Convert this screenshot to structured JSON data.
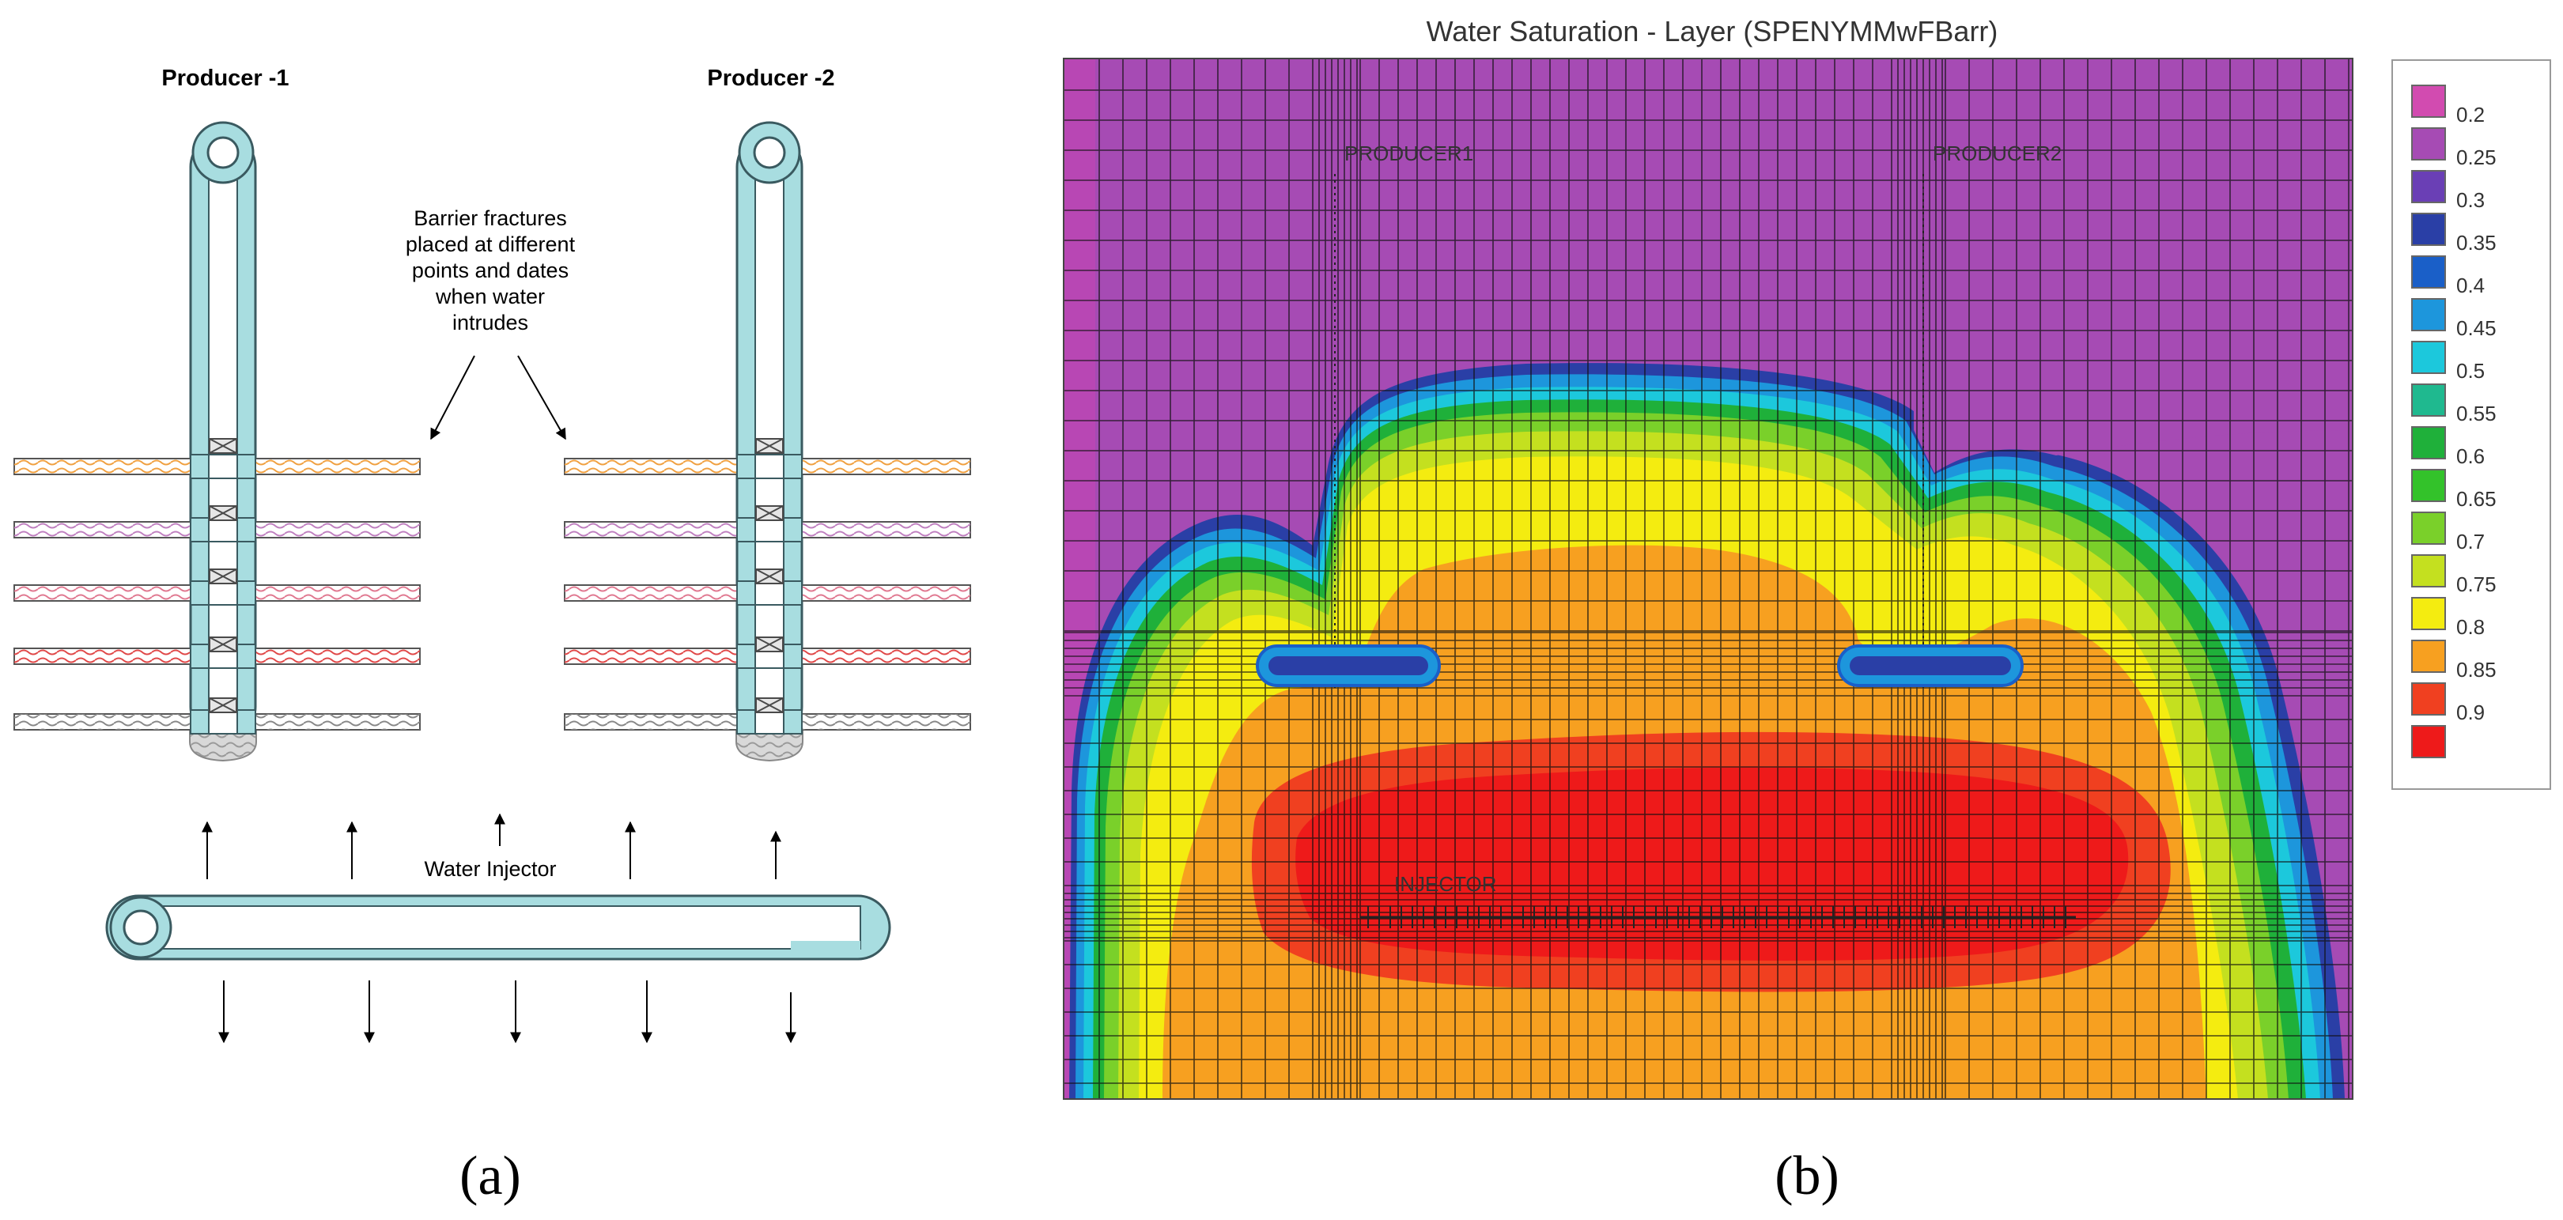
{
  "panel_a": {
    "producer1_label": "Producer -1",
    "producer2_label": "Producer -2",
    "barrier_note": [
      "Barrier fractures",
      "placed at different",
      "points and dates",
      "when water",
      "intrudes"
    ],
    "injector_label": "Water Injector",
    "caption": "(a)"
  },
  "panel_b": {
    "title": "Water Saturation - Layer (SPENYMMwFBarr)",
    "well_producer1": "PRODUCER1",
    "well_producer2": "PRODUCER2",
    "well_injector": "INJECTOR",
    "caption": "(b)",
    "legend": [
      {
        "label": "0.2",
        "color": "#d24bb0"
      },
      {
        "label": "0.25",
        "color": "#a64bb4"
      },
      {
        "label": "0.3",
        "color": "#6a3fb5"
      },
      {
        "label": "0.35",
        "color": "#2a3fa6"
      },
      {
        "label": "0.4",
        "color": "#1a5fc8"
      },
      {
        "label": "0.45",
        "color": "#1d96dc"
      },
      {
        "label": "0.5",
        "color": "#1cc8dc"
      },
      {
        "label": "0.55",
        "color": "#1fb98f"
      },
      {
        "label": "0.6",
        "color": "#1fb03a"
      },
      {
        "label": "0.65",
        "color": "#33c22a"
      },
      {
        "label": "0.7",
        "color": "#7ad02a"
      },
      {
        "label": "0.75",
        "color": "#c4e01f"
      },
      {
        "label": "0.8",
        "color": "#f4ec10"
      },
      {
        "label": "0.85",
        "color": "#f7a020"
      },
      {
        "label": "0.9",
        "color": "#f04020"
      },
      {
        "label": "",
        "color": "#ee1a1a"
      }
    ]
  },
  "colors": {
    "pipe": "#a8dde0",
    "background_saturation": "#a64bb4"
  }
}
